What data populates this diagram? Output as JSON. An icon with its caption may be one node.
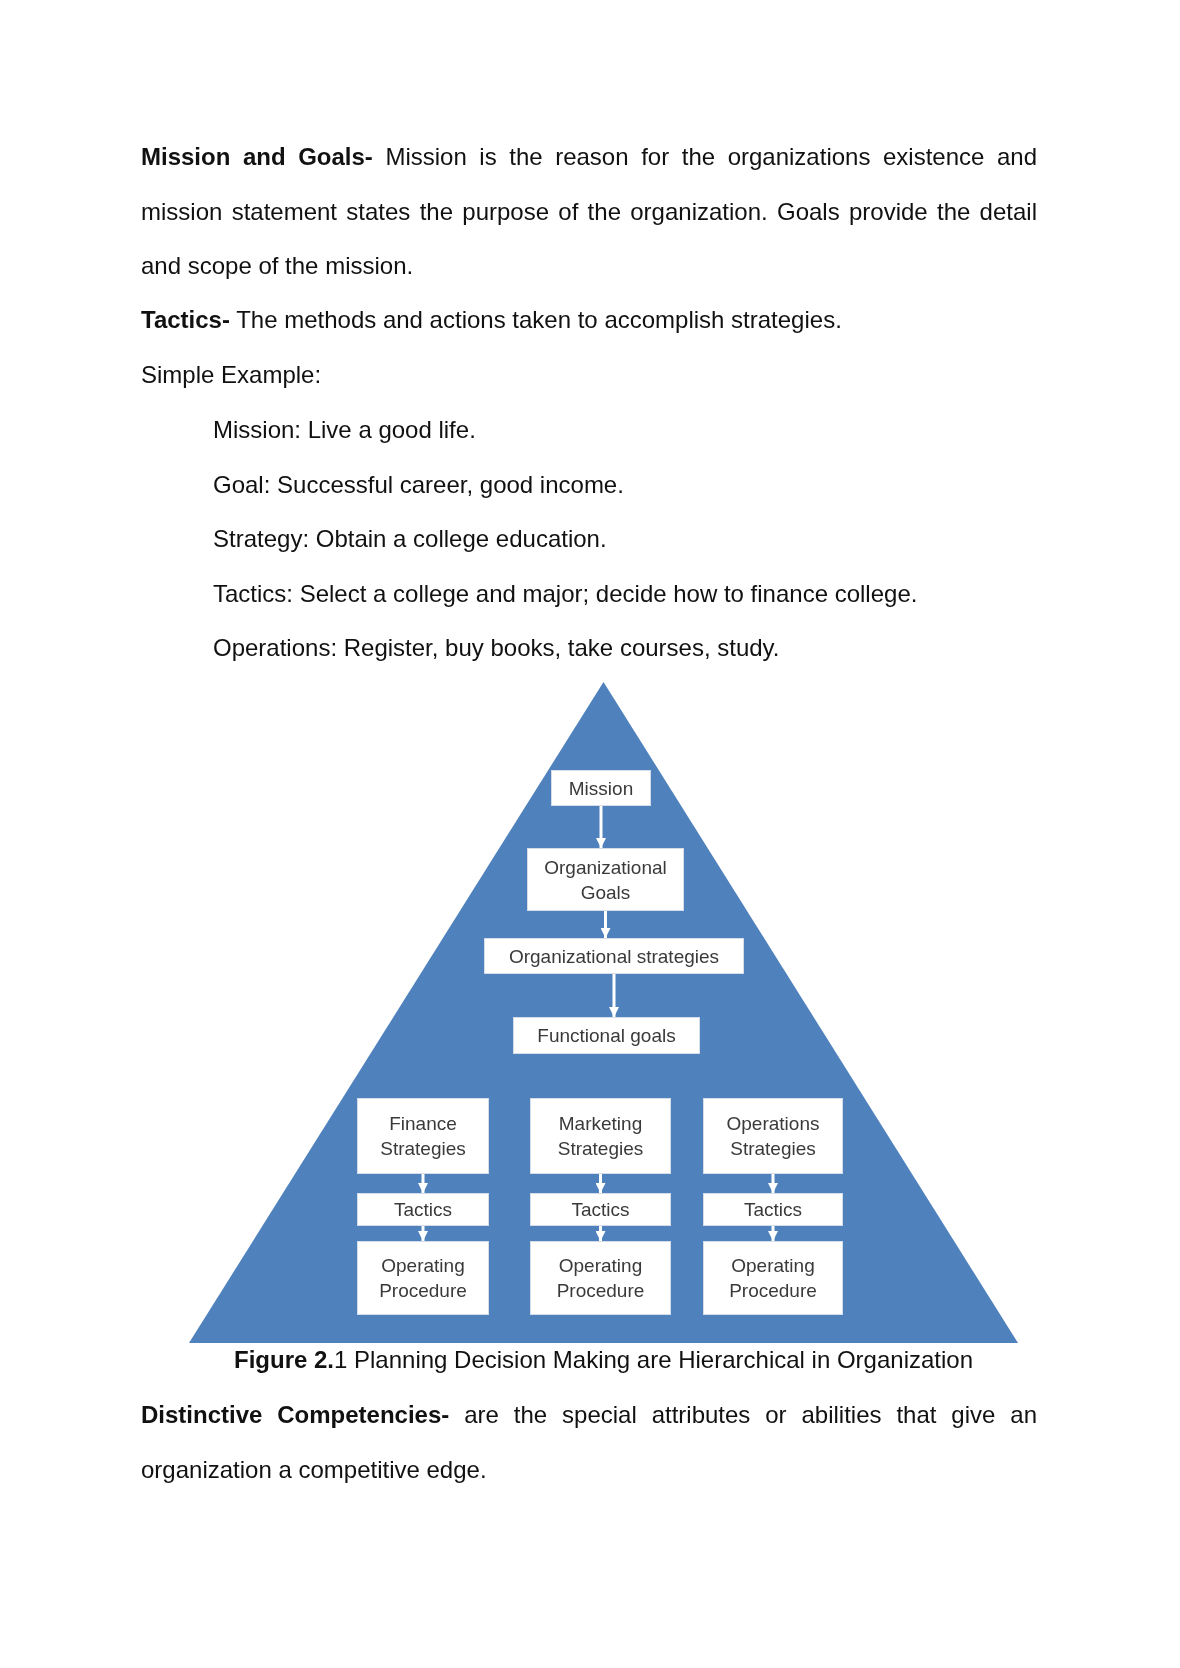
{
  "diagram": {
    "caption": "**Figure 2.**1 Planning Decision Making are Hierarchical in Organization",
    "nodes": [
      {
        "text": [],
        "shape": "triangle"
      },
      {
        "text": [
          "Mission"
        ],
        "in": 0
      },
      {
        "text": [
          "Organizational Goals"
        ],
        "in": 0
      },
      {
        "text": [
          "Organizational strategies"
        ],
        "in": 0
      },
      {
        "text": [
          "Functional goals"
        ],
        "in": 0
      },
      {
        "text": [
          "Finance Strategies"
        ],
        "in": 0
      },
      {
        "text": [
          "Marketing Strategies"
        ],
        "in": 0
      },
      {
        "text": [
          "Operations Strategies"
        ],
        "in": 0
      },
      {
        "text": [
          "Tactics"
        ],
        "in": 0
      },
      {
        "text": [
          "Tactics"
        ],
        "in": 0
      },
      {
        "text": [
          "Tactics"
        ],
        "in": 0
      },
      {
        "text": [
          "Operating Procedure"
        ],
        "in": 0
      },
      {
        "text": [
          "Operating Procedure"
        ],
        "in": 0
      },
      {
        "text": [
          "Operating Procedure"
        ],
        "in": 0
      }
    ],
    "edges": [
      {
        "from": 1,
        "to": 2,
        "arrow": "to"
      },
      {
        "from": 2,
        "to": 3,
        "arrow": "to"
      },
      {
        "from": 3,
        "to": 4,
        "arrow": "to"
      },
      {
        "from": 5,
        "to": 8,
        "arrow": "to"
      },
      {
        "from": 8,
        "to": 11,
        "arrow": "to"
      },
      {
        "from": 6,
        "to": 9,
        "arrow": "to"
      },
      {
        "from": 9,
        "to": 12,
        "arrow": "to"
      },
      {
        "from": 7,
        "to": 10,
        "arrow": "to"
      },
      {
        "from": 10,
        "to": 13,
        "arrow": "to"
      }
    ],
    "labels": [
      "**Mission and Goals-** Mission is the reason for the organizations existence and mission statement states the purpose of the organization. Goals provide the detail and scope of the mission.",
      "**Tactics-** The methods and actions taken to accomplish strategies.",
      "Simple Example:",
      "Mission: Live a good life.",
      "Goal: Successful career, good income.",
      "Strategy: Obtain a college education.",
      "Tactics: Select a college and major; decide how to finance college.",
      "Operations: Register, buy books, take courses, study.",
      "**Distinctive Competencies-** are the special attributes or abilities that give an organization a competitive edge."
    ]
  }
}
